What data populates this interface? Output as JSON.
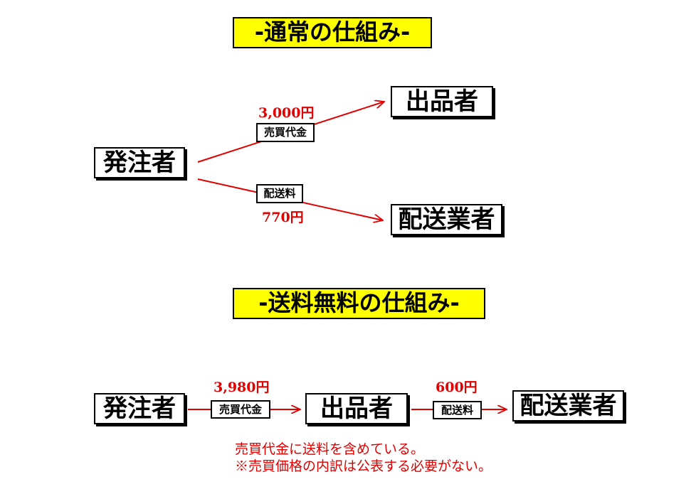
{
  "section_normal": {
    "title": "-通常の仕組み-",
    "buyer": "発注者",
    "seller": "出品者",
    "shipper": "配送業者",
    "sale_tag": "売買代金",
    "sale_price": "3,000円",
    "ship_tag": "配送料",
    "ship_price": "770円"
  },
  "section_free": {
    "title": "-送料無料の仕組み-",
    "buyer": "発注者",
    "seller": "出品者",
    "shipper": "配送業者",
    "sale_tag": "売買代金",
    "sale_price": "3,980円",
    "ship_tag": "配送料",
    "ship_price": "600円"
  },
  "notes": {
    "line1": "売買代金に送料を含めている。",
    "line2": "※売買価格の内訳は公表する必要がない。"
  },
  "colors": {
    "title_bg": "#ffff00",
    "arrow": "#e00000",
    "price_text": "#e00000"
  }
}
